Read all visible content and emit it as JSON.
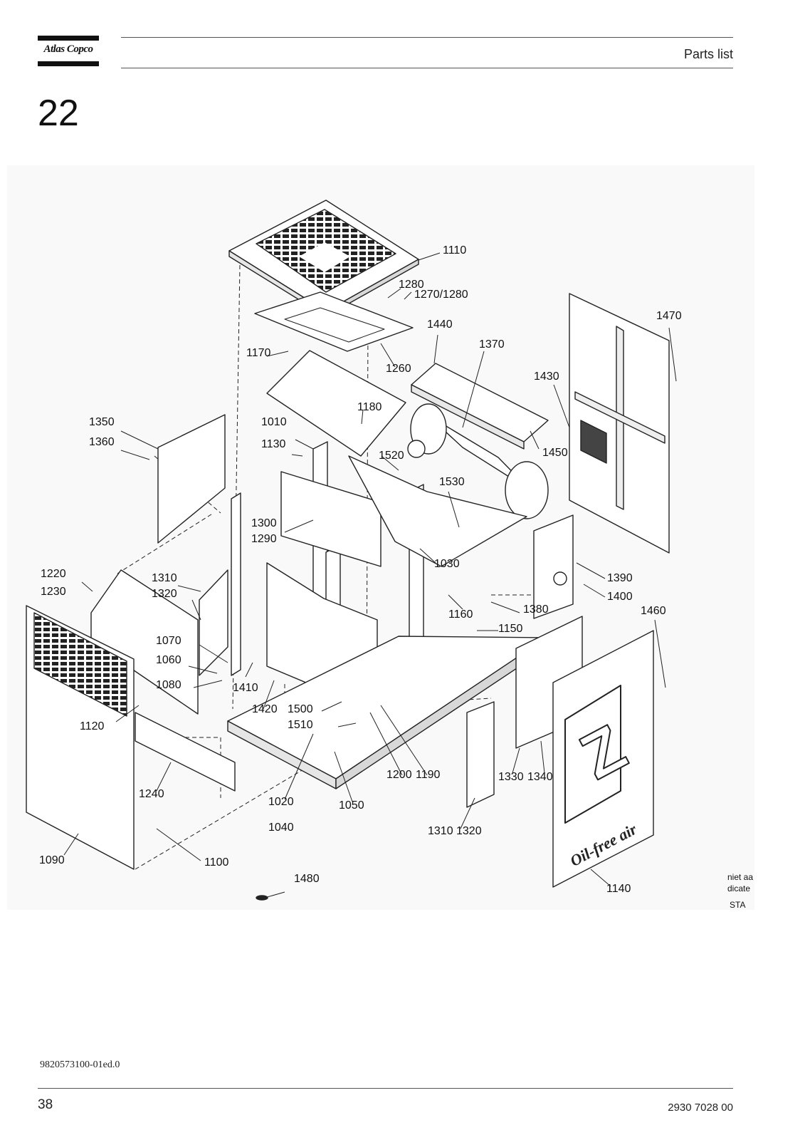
{
  "header": {
    "brand": "Atlas Copco",
    "section_title": "Parts list",
    "chapter_number": "22"
  },
  "drawing": {
    "callouts": [
      "1110",
      "1280",
      "1270/1280",
      "1470",
      "1440",
      "1370",
      "1170",
      "1260",
      "1430",
      "1180",
      "1350",
      "1010",
      "1360",
      "1130",
      "1520",
      "1450",
      "1530",
      "1300",
      "1290",
      "1030",
      "1390",
      "1220",
      "1310",
      "1230",
      "1320",
      "1400",
      "1160",
      "1380",
      "1460",
      "1150",
      "1070",
      "1060",
      "1080",
      "1410",
      "1420",
      "1500",
      "1120",
      "1510",
      "1200",
      "1190",
      "1330",
      "1340",
      "1240",
      "1020",
      "1050",
      "1040",
      "1310",
      "1320",
      "1090",
      "1100",
      "1480",
      "1140"
    ],
    "cropped_text": [
      "niet aa",
      "dicate",
      "STA"
    ],
    "nameplate_text": [
      "Oil-free air",
      "Z"
    ]
  },
  "footer": {
    "doc_ref": "9820573100-01ed.0",
    "page_number": "38",
    "part_number": "2930 7028 00"
  }
}
